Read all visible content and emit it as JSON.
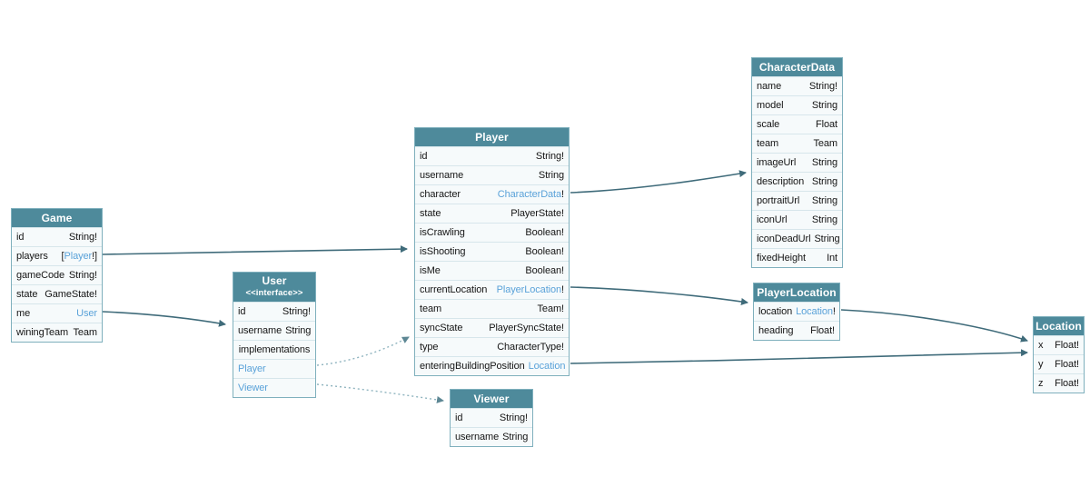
{
  "colors": {
    "header_bg": "#4e8a9b",
    "header_text": "#ffffff",
    "row_bg": "#f6fafb",
    "table_border": "#7fb0bd",
    "row_separator": "#d7e6eb",
    "field_text": "#151515",
    "type_link": "#5aa2d9",
    "edge_solid": "#3f6b7a",
    "edge_dotted": "#8fb4bf",
    "background": "#ffffff"
  },
  "tables": {
    "game": {
      "title": "Game",
      "fields": [
        {
          "name": "id",
          "type": "String!"
        },
        {
          "name": "players",
          "type_prefix": "[",
          "type_link": "Player",
          "type_suffix": "!]"
        },
        {
          "name": "gameCode",
          "type": "String!"
        },
        {
          "name": "state",
          "type": "GameState!"
        },
        {
          "name": "me",
          "type_link": "User"
        },
        {
          "name": "winingTeam",
          "type": "Team"
        }
      ]
    },
    "user": {
      "title": "User",
      "subtitle": "<<interface>>",
      "fields": [
        {
          "name": "id",
          "type": "String!"
        },
        {
          "name": "username",
          "type": "String"
        }
      ],
      "section_label": "implementations",
      "implementations": [
        {
          "label": "Player"
        },
        {
          "label": "Viewer"
        }
      ]
    },
    "player": {
      "title": "Player",
      "fields": [
        {
          "name": "id",
          "type": "String!"
        },
        {
          "name": "username",
          "type": "String"
        },
        {
          "name": "character",
          "type_link": "CharacterData",
          "type_suffix": "!"
        },
        {
          "name": "state",
          "type": "PlayerState!"
        },
        {
          "name": "isCrawling",
          "type": "Boolean!"
        },
        {
          "name": "isShooting",
          "type": "Boolean!"
        },
        {
          "name": "isMe",
          "type": "Boolean!"
        },
        {
          "name": "currentLocation",
          "type_link": "PlayerLocation",
          "type_suffix": "!"
        },
        {
          "name": "team",
          "type": "Team!"
        },
        {
          "name": "syncState",
          "type": "PlayerSyncState!"
        },
        {
          "name": "type",
          "type": "CharacterType!"
        },
        {
          "name": "enteringBuildingPosition",
          "type_link": "Location"
        }
      ]
    },
    "characterData": {
      "title": "CharacterData",
      "fields": [
        {
          "name": "name",
          "type": "String!"
        },
        {
          "name": "model",
          "type": "String"
        },
        {
          "name": "scale",
          "type": "Float"
        },
        {
          "name": "team",
          "type": "Team"
        },
        {
          "name": "imageUrl",
          "type": "String"
        },
        {
          "name": "description",
          "type": "String"
        },
        {
          "name": "portraitUrl",
          "type": "String"
        },
        {
          "name": "iconUrl",
          "type": "String"
        },
        {
          "name": "iconDeadUrl",
          "type": "String"
        },
        {
          "name": "fixedHeight",
          "type": "Int"
        }
      ]
    },
    "playerLocation": {
      "title": "PlayerLocation",
      "fields": [
        {
          "name": "location",
          "type_link": "Location",
          "type_suffix": "!"
        },
        {
          "name": "heading",
          "type": "Float!"
        }
      ]
    },
    "location": {
      "title": "Location",
      "fields": [
        {
          "name": "x",
          "type": "Float!"
        },
        {
          "name": "y",
          "type": "Float!"
        },
        {
          "name": "z",
          "type": "Float!"
        }
      ]
    },
    "viewer": {
      "title": "Viewer",
      "fields": [
        {
          "name": "id",
          "type": "String!"
        },
        {
          "name": "username",
          "type": "String"
        }
      ]
    }
  },
  "edges": [
    {
      "from": "Game.players",
      "to": "Player",
      "style": "solid"
    },
    {
      "from": "Game.me",
      "to": "User",
      "style": "solid"
    },
    {
      "from": "User.Player",
      "to": "Player",
      "style": "dotted"
    },
    {
      "from": "User.Viewer",
      "to": "Viewer",
      "style": "dotted"
    },
    {
      "from": "Player.character",
      "to": "CharacterData",
      "style": "solid"
    },
    {
      "from": "Player.currentLocation",
      "to": "PlayerLocation",
      "style": "solid"
    },
    {
      "from": "Player.enteringBuildingPosition",
      "to": "Location",
      "style": "solid"
    },
    {
      "from": "PlayerLocation.location",
      "to": "Location",
      "style": "solid"
    }
  ]
}
